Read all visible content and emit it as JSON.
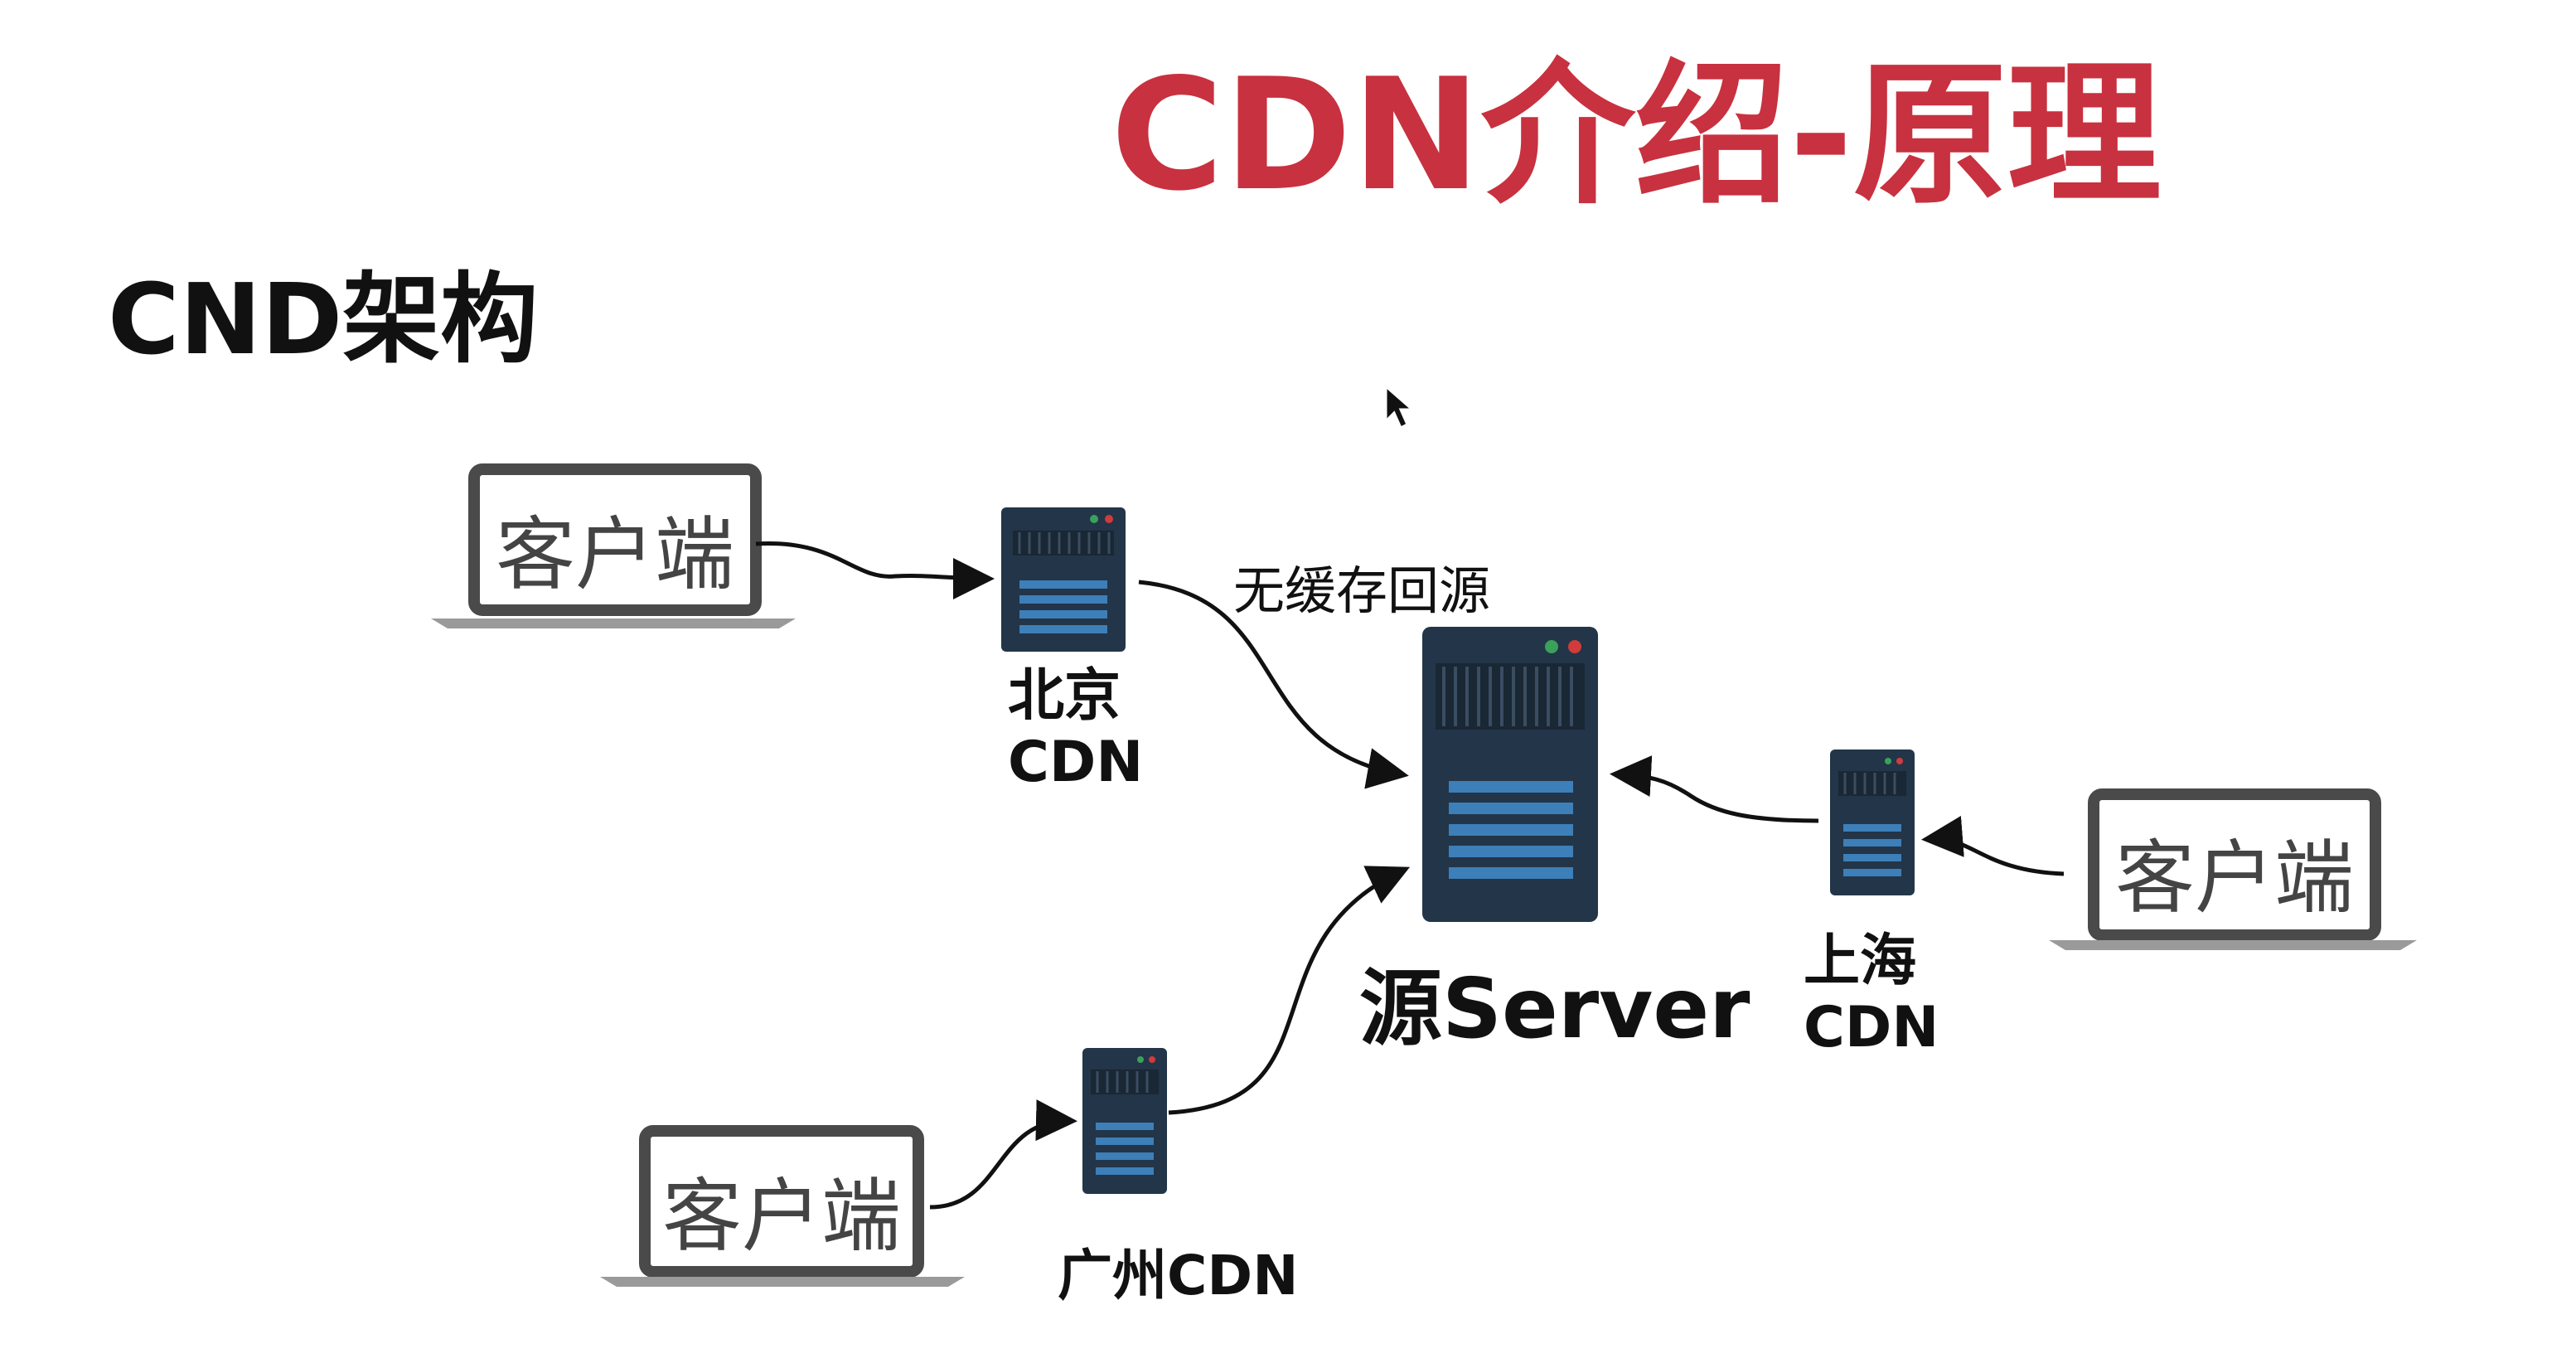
{
  "title": "CDN介绍-原理",
  "section_title": "CND架构",
  "edge_label": "无缓存回源",
  "clients": [
    {
      "label": "客户端"
    },
    {
      "label": "客户端"
    },
    {
      "label": "客户端"
    }
  ],
  "nodes": {
    "beijing": {
      "line1": "北京",
      "line2": "CDN"
    },
    "shanghai": {
      "line1": "上海",
      "line2": "CDN"
    },
    "guangzhou": {
      "line1": "广州CDN"
    },
    "origin": {
      "label": "源Server"
    }
  },
  "colors": {
    "title": "#c8313f",
    "server_body": "#233548",
    "server_bar": "#3d7fb8",
    "led_green": "#3aa15a",
    "led_red": "#d13b3b"
  }
}
